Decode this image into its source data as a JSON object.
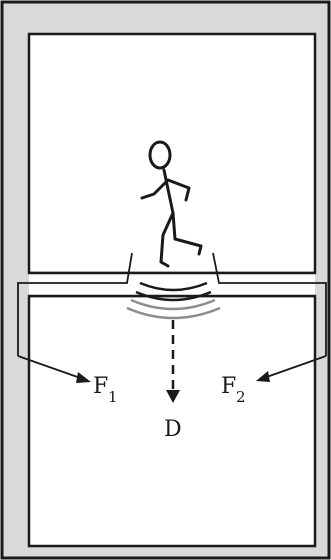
{
  "diagram": {
    "labels": {
      "f1_main": "F",
      "f1_sub": "1",
      "f2_main": "F",
      "f2_sub": "2",
      "d": "D"
    },
    "colors": {
      "building_wall": "#d9d9d9",
      "line": "#1a1a1a",
      "wave_dark": "#1a1a1a",
      "wave_light": "#8c8c8c",
      "background": "#ffffff"
    }
  }
}
